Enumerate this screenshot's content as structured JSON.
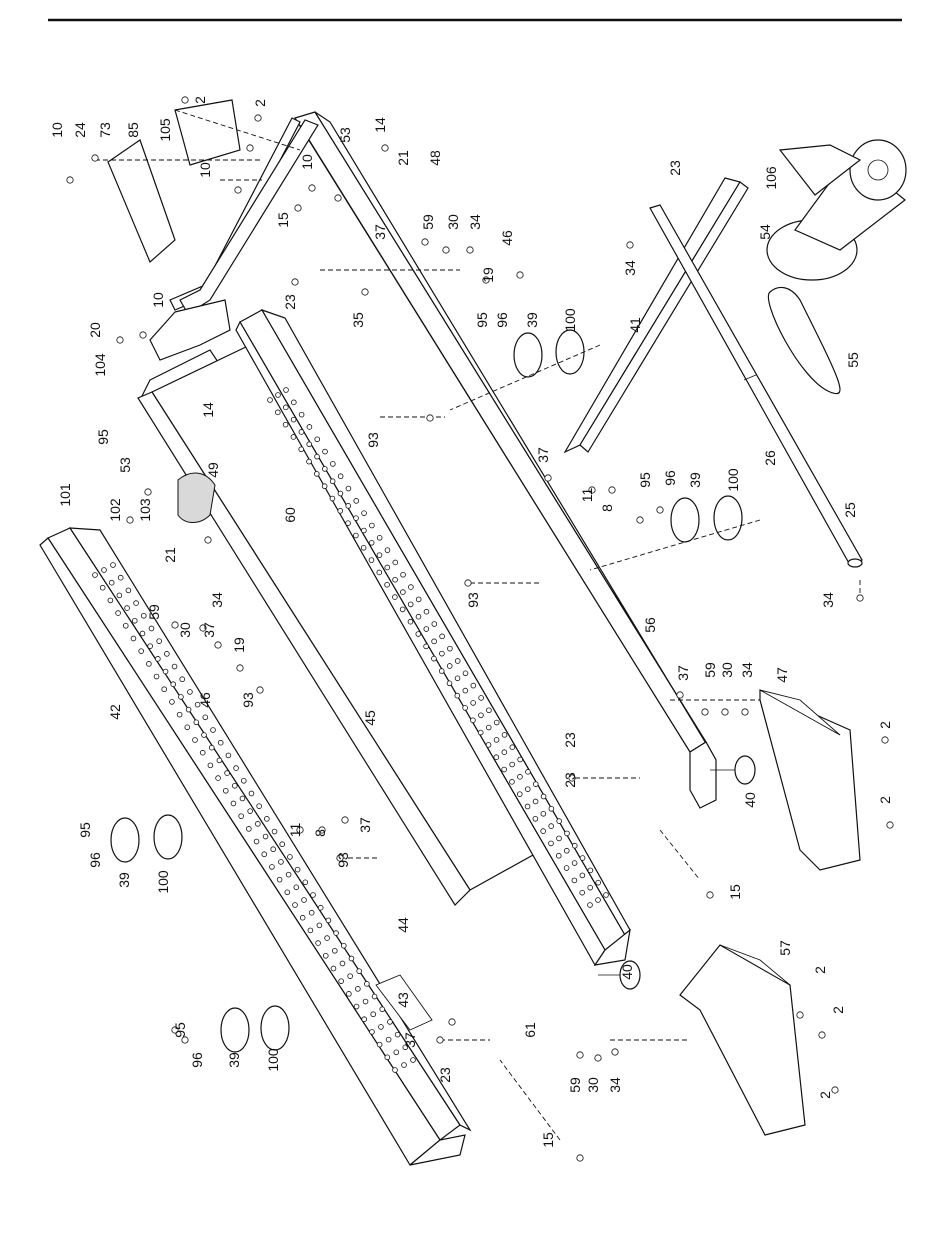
{
  "callouts": [
    "2",
    "2",
    "10",
    "24",
    "73",
    "85",
    "105",
    "10",
    "10",
    "53",
    "14",
    "21",
    "48",
    "23",
    "106",
    "54",
    "15",
    "37",
    "59",
    "30",
    "34",
    "46",
    "19",
    "34",
    "95",
    "96",
    "39",
    "100",
    "41",
    "55",
    "20",
    "10",
    "104",
    "23",
    "35",
    "93",
    "14",
    "95",
    "53",
    "101",
    "102",
    "103",
    "49",
    "60",
    "37",
    "11",
    "8",
    "95",
    "96",
    "39",
    "100",
    "26",
    "25",
    "23",
    "21",
    "93",
    "56",
    "34",
    "59",
    "34",
    "30",
    "37",
    "19",
    "46",
    "93",
    "42",
    "45",
    "37",
    "59",
    "30",
    "34",
    "47",
    "2",
    "23",
    "40",
    "2",
    "95",
    "96",
    "39",
    "100",
    "11",
    "8",
    "37",
    "93",
    "15",
    "44",
    "43",
    "37",
    "23",
    "61",
    "40",
    "57",
    "2",
    "2",
    "95",
    "96",
    "39",
    "100",
    "59",
    "30",
    "34",
    "2",
    "15"
  ]
}
